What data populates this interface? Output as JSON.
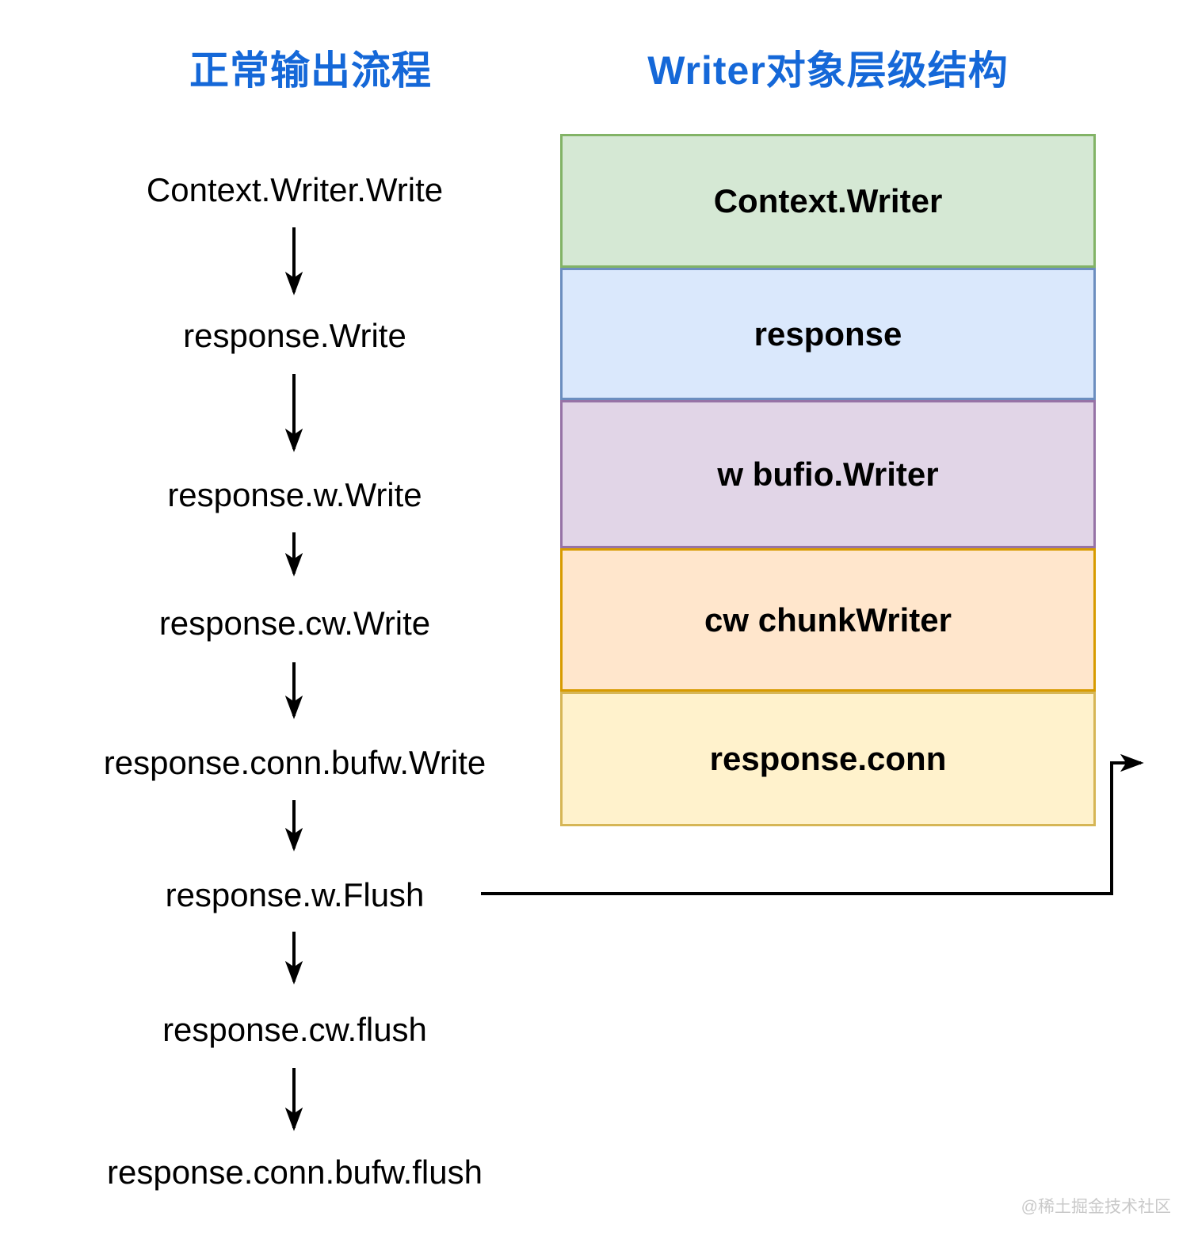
{
  "left_flow": {
    "title": "正常输出流程",
    "steps": [
      "Context.Writer.Write",
      "response.Write",
      "response.w.Write",
      "response.cw.Write",
      "response.conn.bufw.Write",
      "response.w.Flush",
      "response.cw.flush",
      "response.conn.bufw.flush"
    ]
  },
  "hierarchy": {
    "title": "Writer对象层级结构",
    "layers": [
      {
        "label": "Context.Writer",
        "fill": "#d5e8d4",
        "border": "#82b366"
      },
      {
        "label": "response",
        "fill": "#dae8fc",
        "border": "#6c8ebf"
      },
      {
        "label": "w bufio.Writer",
        "fill": "#e1d5e7",
        "border": "#9673a6"
      },
      {
        "label": "cw chunkWriter",
        "fill": "#ffe6cc",
        "border": "#d79b00"
      },
      {
        "label": "response.conn",
        "fill": "#fff2cc",
        "border": "#d6b656"
      }
    ]
  },
  "connection": {
    "from": "response.w.Flush",
    "to": "response.conn"
  },
  "watermark": "@稀土掘金技术社区",
  "colors": {
    "title_text": "#1568d8",
    "body_text": "#000000",
    "arrow": "#000000",
    "background": "#ffffff",
    "watermark_text": "#c9c9c9"
  }
}
